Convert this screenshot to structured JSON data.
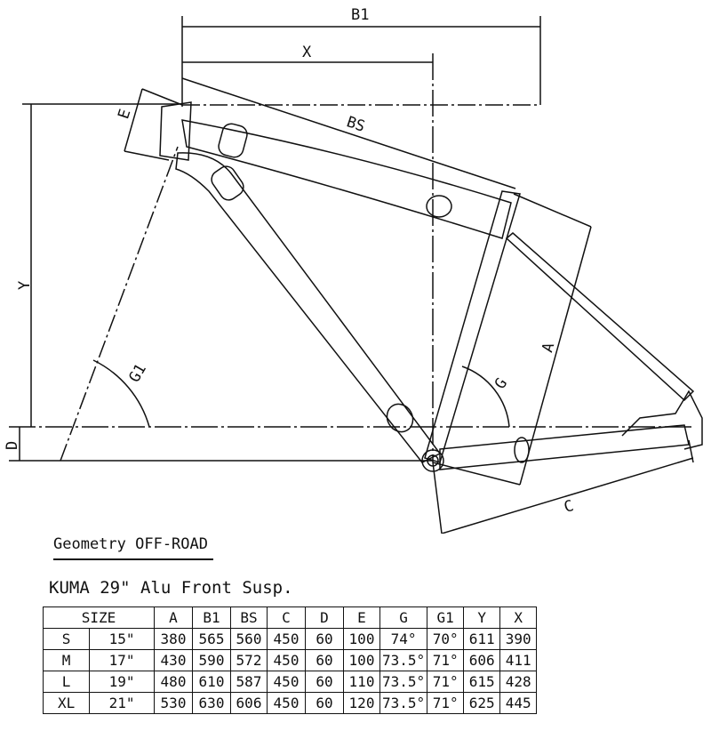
{
  "diagram": {
    "labels": {
      "B1": "B1",
      "X": "X",
      "BS": "BS",
      "E": "E",
      "Y": "Y",
      "G1": "G1",
      "D": "D",
      "G": "G",
      "A": "A",
      "C": "C"
    }
  },
  "title": "Geometry OFF-ROAD",
  "subtitle": "KUMA 29\" Alu Front Susp.",
  "table": {
    "header": [
      "SIZE",
      "A",
      "B1",
      "BS",
      "C",
      "D",
      "E",
      "G",
      "G1",
      "Y",
      "X"
    ],
    "rows": [
      [
        "S",
        "15\"",
        "380",
        "565",
        "560",
        "450",
        "60",
        "100",
        "74°",
        "70°",
        "611",
        "390"
      ],
      [
        "M",
        "17\"",
        "430",
        "590",
        "572",
        "450",
        "60",
        "100",
        "73.5°",
        "71°",
        "606",
        "411"
      ],
      [
        "L",
        "19\"",
        "480",
        "610",
        "587",
        "450",
        "60",
        "110",
        "73.5°",
        "71°",
        "615",
        "428"
      ],
      [
        "XL",
        "21\"",
        "530",
        "630",
        "606",
        "450",
        "60",
        "120",
        "73.5°",
        "71°",
        "625",
        "445"
      ]
    ]
  }
}
